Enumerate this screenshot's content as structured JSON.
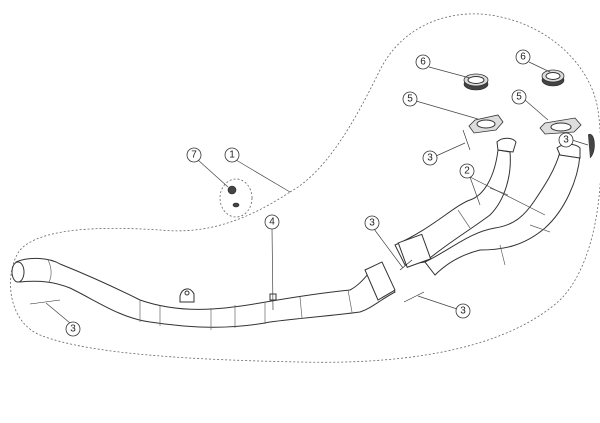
{
  "diagram": {
    "type": "exploded-parts-diagram",
    "callouts": [
      {
        "id": "c6a",
        "label": "6"
      },
      {
        "id": "c6b",
        "label": "6"
      },
      {
        "id": "c5a",
        "label": "5"
      },
      {
        "id": "c5b",
        "label": "5"
      },
      {
        "id": "c3a",
        "label": "3"
      },
      {
        "id": "c3b",
        "label": "3"
      },
      {
        "id": "c2",
        "label": "2"
      },
      {
        "id": "c7",
        "label": "7"
      },
      {
        "id": "c1",
        "label": "1"
      },
      {
        "id": "c4",
        "label": "4"
      },
      {
        "id": "c3c",
        "label": "3"
      },
      {
        "id": "c3d",
        "label": "3"
      },
      {
        "id": "c3e",
        "label": "3"
      }
    ]
  }
}
